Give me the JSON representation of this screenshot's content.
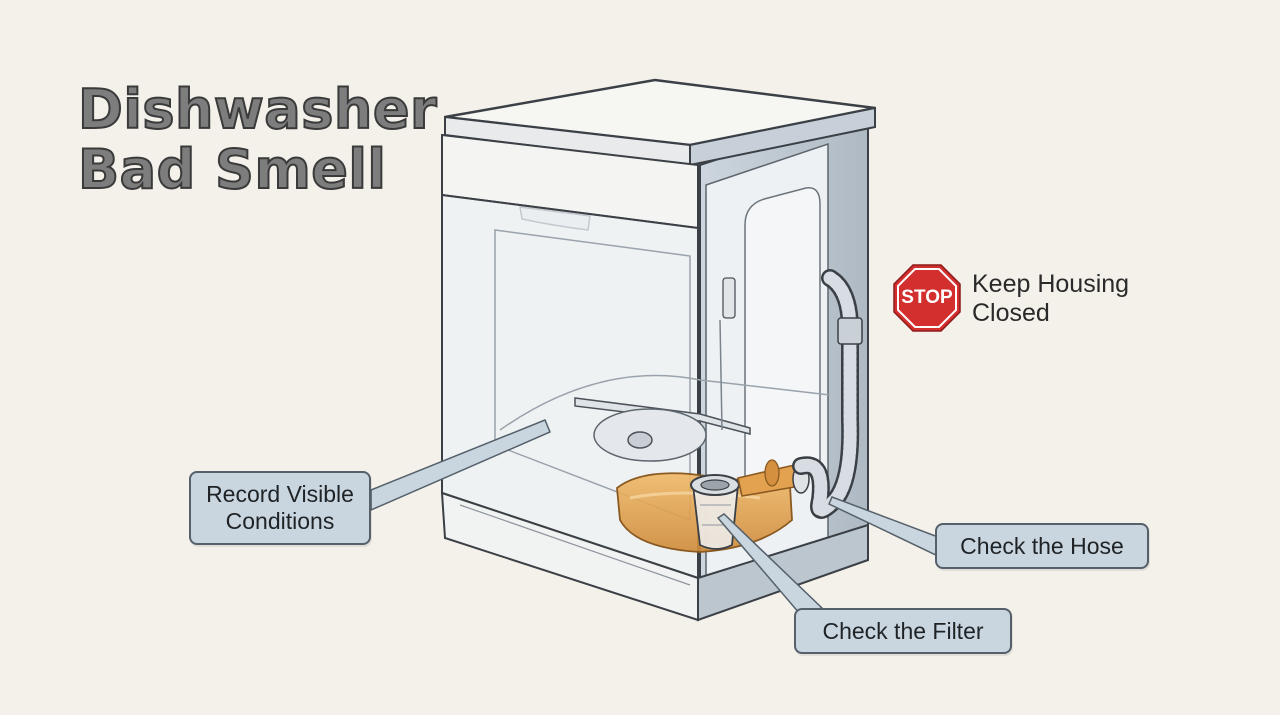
{
  "title": {
    "line1": "Dishwasher",
    "line2": "Bad Smell"
  },
  "warning": {
    "sign_text": "STOP",
    "label": "Keep Housing Closed",
    "icon": "stop-sign-icon",
    "color": "#d32f2f"
  },
  "callouts": {
    "record": "Record Visible Conditions",
    "hose": "Check the Hose",
    "filter": "Check the Filter"
  },
  "colors": {
    "callout_fill": "#c9d6df",
    "callout_border": "#55606a",
    "sludge": "#e3a24f",
    "background": "#f4f1ea"
  }
}
